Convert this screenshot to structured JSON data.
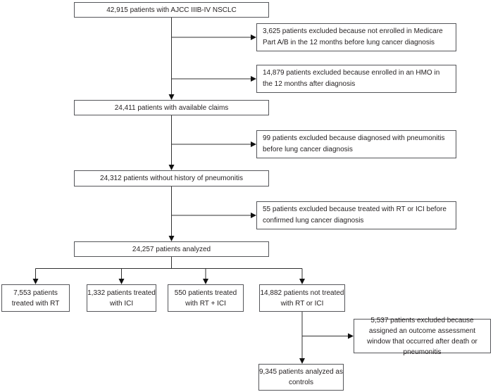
{
  "flowchart": {
    "description": "Patient selection flow diagram",
    "main": {
      "total": "42,915 patients with AJCC IIIB-IV NSCLC",
      "claims": "24,411 patients with available claims",
      "no_pneumonitis": "24,312 patients without history of pneumonitis",
      "analyzed": "24,257 patients analyzed"
    },
    "exclusions": {
      "medicare": "3,625 patients excluded because not enrolled in Medicare Part A/B in the 12 months before lung cancer diagnosis",
      "hmo": "14,879 patients excluded because enrolled in an HMO in the 12 months after diagnosis",
      "pneumonitis": "99 patients excluded because diagnosed with pneumonitis before lung cancer diagnosis",
      "prior_treatment": "55 patients excluded because treated with RT or ICI before confirmed lung cancer diagnosis",
      "outcome_window": "5,537 patients excluded because assigned an outcome assessment window that occurred after death or pneumonitis"
    },
    "treatment_groups": {
      "rt": "7,553 patients treated with RT",
      "ici": "1,332 patients treated with ICI",
      "rt_ici": "550 patients treated with RT + ICI",
      "no_treatment": "14,882 patients not treated with RT or ICI"
    },
    "controls": "9,345 patients analyzed as controls",
    "colors": {
      "background": "#ffffff",
      "box_border": "#55565a",
      "line": "#303030",
      "text": "#231f20"
    }
  }
}
